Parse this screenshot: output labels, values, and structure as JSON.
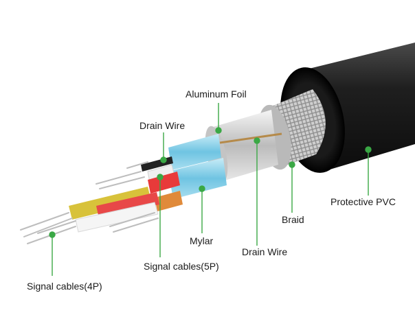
{
  "diagram": {
    "callouts": {
      "aluminum_foil": "Aluminum Foil",
      "drain_wire_top": "Drain Wire",
      "drain_wire_bottom": "Drain Wire",
      "mylar": "Mylar",
      "signal_cables_5p": "Signal cables(5P)",
      "signal_cables_4p": "Signal cables(4P)",
      "braid": "Braid",
      "protective_pvc": "Protective PVC"
    },
    "colors": {
      "leader_line": "#3aa845",
      "outer_jacket": "#1b1b1b",
      "braid": "#c9c9c9",
      "foil": "#d8d8d8",
      "mylar": "#8fd3ea",
      "wire_red": "#e83a3a",
      "wire_yellow": "#d8c23a",
      "wire_orange": "#e08a3a",
      "wire_white": "#f2f2f2",
      "wire_black": "#222222",
      "copper_strands": "#bdbdbd"
    }
  }
}
